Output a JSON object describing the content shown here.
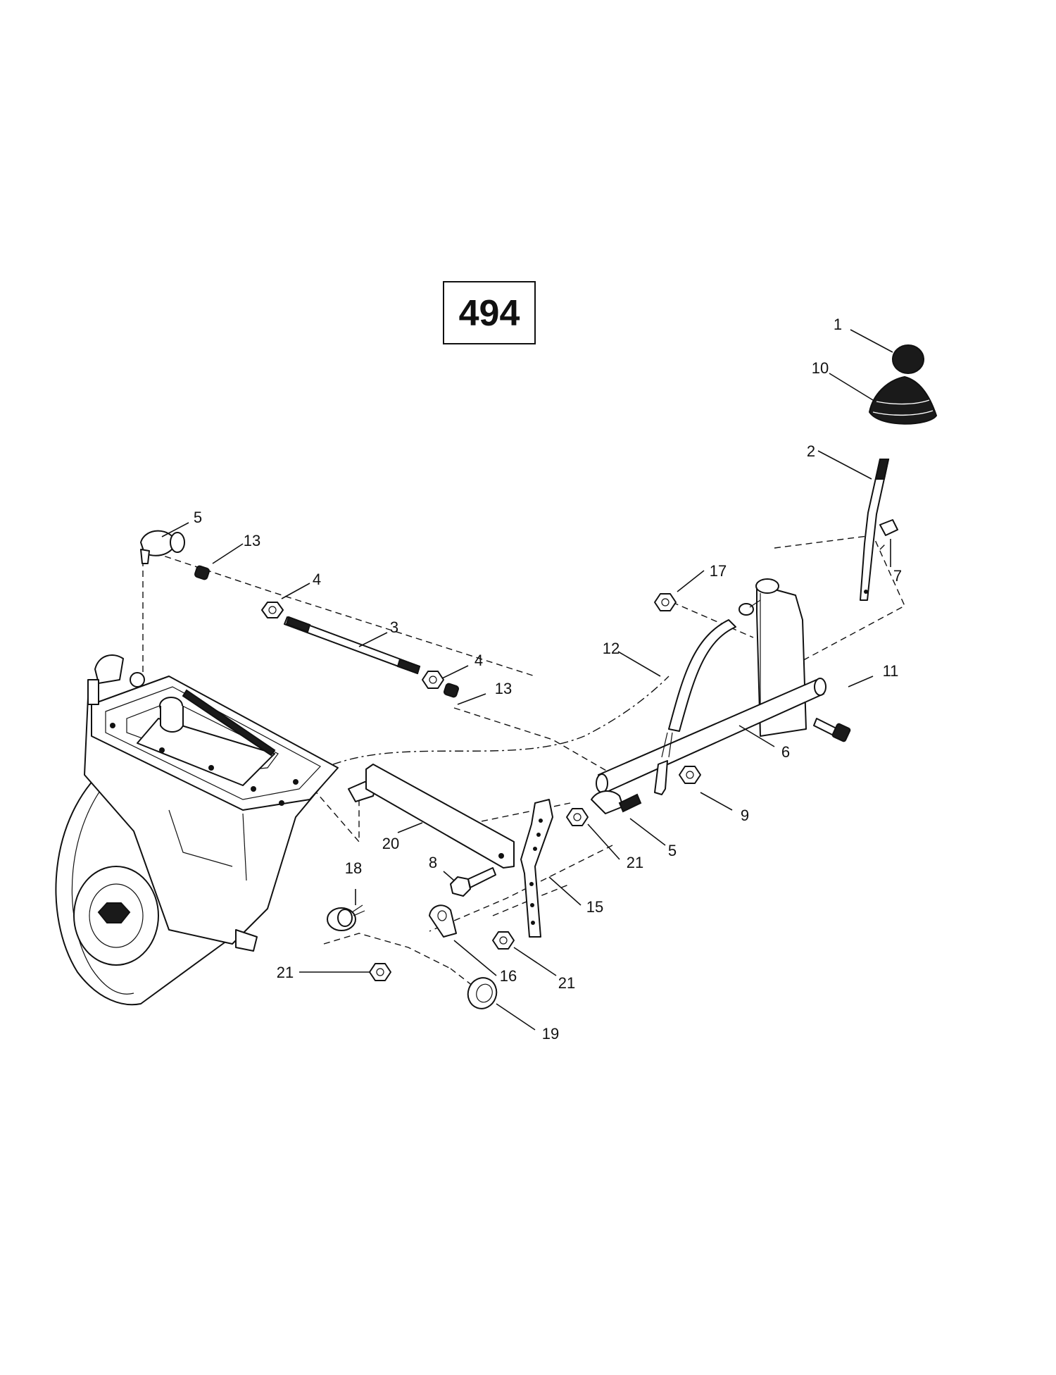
{
  "diagram": {
    "badge": "494",
    "callouts": [
      {
        "id": "c1",
        "text": "1"
      },
      {
        "id": "c10",
        "text": "10"
      },
      {
        "id": "c2",
        "text": "2"
      },
      {
        "id": "c5a",
        "text": "5"
      },
      {
        "id": "c13a",
        "text": "13"
      },
      {
        "id": "c4a",
        "text": "4"
      },
      {
        "id": "c3",
        "text": "3"
      },
      {
        "id": "c7",
        "text": "7"
      },
      {
        "id": "c17",
        "text": "17"
      },
      {
        "id": "c12",
        "text": "12"
      },
      {
        "id": "c11",
        "text": "11"
      },
      {
        "id": "c4b",
        "text": "4"
      },
      {
        "id": "c13b",
        "text": "13"
      },
      {
        "id": "c6",
        "text": "6"
      },
      {
        "id": "c9",
        "text": "9"
      },
      {
        "id": "c20",
        "text": "20"
      },
      {
        "id": "c21a",
        "text": "21"
      },
      {
        "id": "c5b",
        "text": "5"
      },
      {
        "id": "c8",
        "text": "8"
      },
      {
        "id": "c18",
        "text": "18"
      },
      {
        "id": "c15",
        "text": "15"
      },
      {
        "id": "c16",
        "text": "16"
      },
      {
        "id": "c21b",
        "text": "21"
      },
      {
        "id": "c21c",
        "text": "21"
      },
      {
        "id": "c19",
        "text": "19"
      }
    ]
  }
}
